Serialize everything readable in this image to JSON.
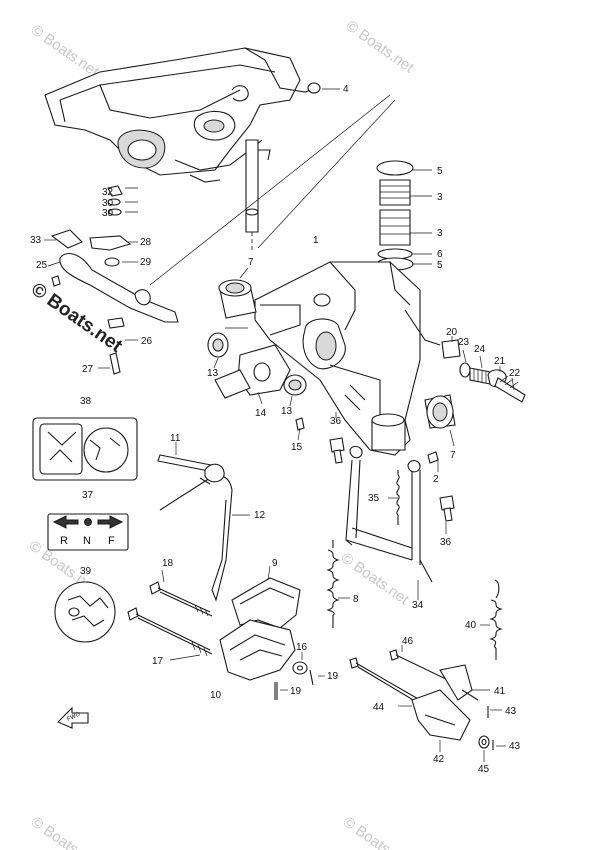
{
  "watermark": {
    "text": "© Boats.net"
  },
  "callouts": [
    "1",
    "2",
    "3",
    "3",
    "3",
    "4",
    "5",
    "5",
    "6",
    "7",
    "7",
    "8",
    "9",
    "10",
    "11",
    "12",
    "13",
    "13",
    "14",
    "15",
    "16",
    "17",
    "18",
    "19",
    "19",
    "20",
    "21",
    "22",
    "23",
    "24",
    "25",
    "26",
    "27",
    "28",
    "29",
    "30",
    "30",
    "32",
    "33",
    "34",
    "35",
    "36",
    "36",
    "37",
    "38",
    "39",
    "40",
    "41",
    "42",
    "43",
    "43",
    "44",
    "45",
    "46"
  ],
  "decal_37": {
    "letters": [
      "R",
      "N",
      "F"
    ]
  },
  "fwd_arrow": {
    "text": "FWD"
  }
}
